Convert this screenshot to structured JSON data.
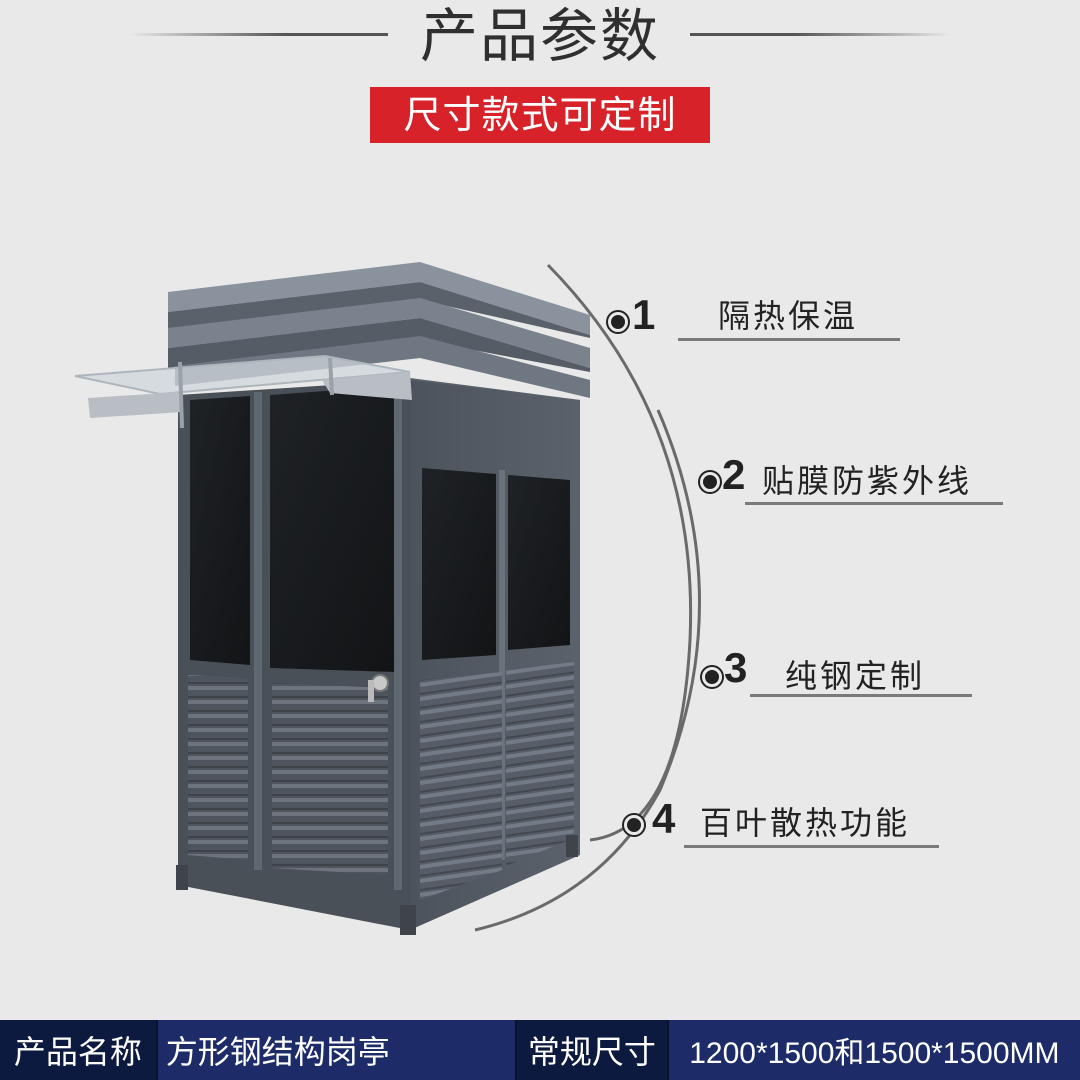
{
  "header": {
    "title": "产品参数",
    "badge": "尺寸款式可定制",
    "badge_color": "#d8222a"
  },
  "features": [
    {
      "number": "1",
      "label": "隔热保温"
    },
    {
      "number": "2",
      "label": "贴膜防紫外线"
    },
    {
      "number": "3",
      "label": "纯钢定制"
    },
    {
      "number": "4",
      "label": "百叶散热功能"
    }
  ],
  "spec_bar": {
    "name_key": "产品名称",
    "name_value": "方形钢结构岗亭",
    "size_key": "常规尺寸",
    "size_value": "1200*1500和1500*1500MM",
    "background_color": "#0e1a40"
  }
}
